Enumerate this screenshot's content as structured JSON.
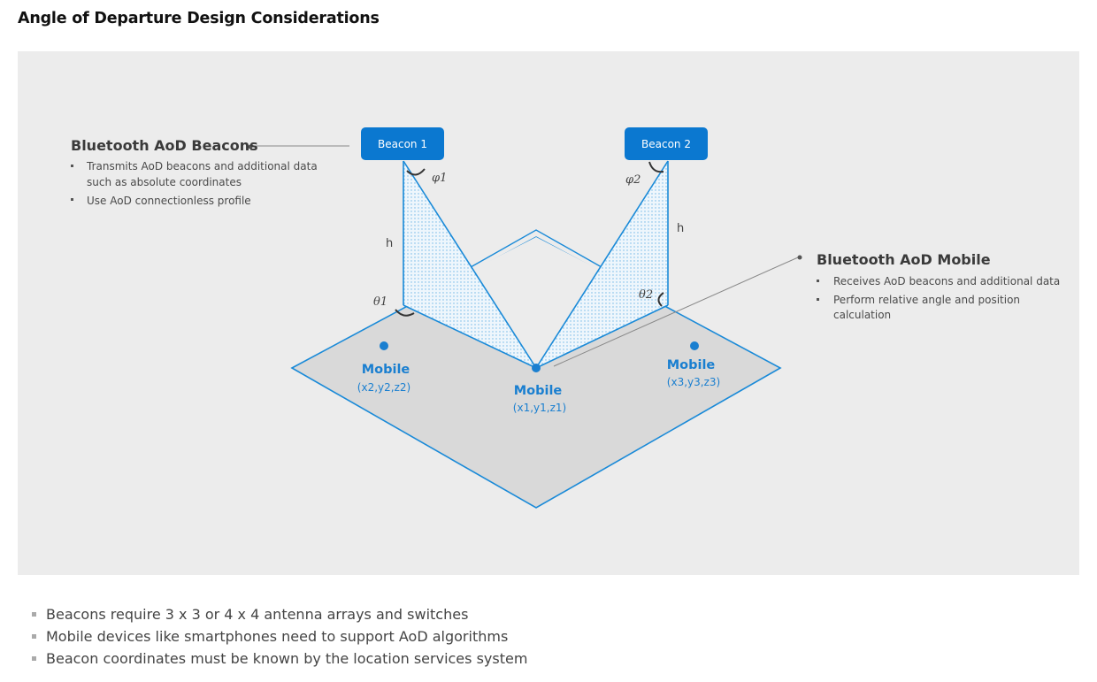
{
  "page_title": "Angle of Departure Design Considerations",
  "diagram": {
    "beacons_panel": {
      "heading": "Bluetooth AoD Beacons",
      "bullets": [
        "Transmits AoD beacons and additional data",
        "such as absolute coordinates",
        "Use AoD connectionless profile"
      ]
    },
    "mobile_panel": {
      "heading": "Bluetooth AoD Mobile",
      "bullets": [
        "Receives AoD beacons and additional data",
        "Perform relative angle and position",
        "calculation"
      ]
    },
    "beacon1": "Beacon 1",
    "beacon2": "Beacon 2",
    "phi1": "φ1",
    "phi2": "φ2",
    "theta1": "θ1",
    "theta2": "θ2",
    "h_left": "h",
    "h_right": "h",
    "mobile_center": {
      "title": "Mobile",
      "coords": "(x1,y1,z1)"
    },
    "mobile_left": {
      "title": "Mobile",
      "coords": "(x2,y2,z2)"
    },
    "mobile_right": {
      "title": "Mobile",
      "coords": "(x3,y3,z3)"
    }
  },
  "notes": [
    "Beacons require 3 x 3 or 4 x 4 antenna arrays and switches",
    "Mobile devices like smartphones need to support AoD algorithms",
    "Beacon coordinates must be known by the location services system"
  ],
  "colors": {
    "accent_blue": "#1a7fd0",
    "beacon_fill": "#0b78d0",
    "panel_bg": "#ececec",
    "floor_fill": "#d9d9d9"
  }
}
